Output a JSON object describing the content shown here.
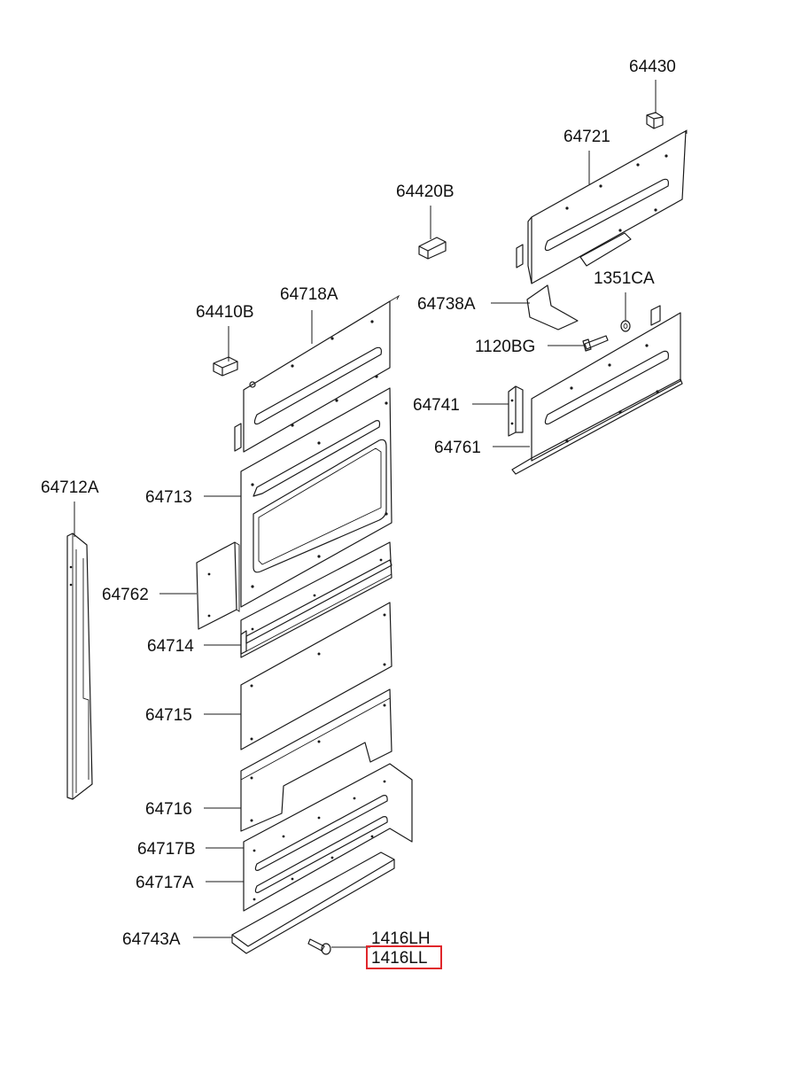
{
  "diagram": {
    "type": "exploded-parts-diagram",
    "highlight_color": "#e0262b",
    "labels": {
      "p64430": "64430",
      "p64721": "64721",
      "p64420B": "64420B",
      "p1351CA": "1351CA",
      "p64738A": "64738A",
      "p64718A": "64718A",
      "p64410B": "64410B",
      "p1120BG": "1120BG",
      "p64741": "64741",
      "p64761": "64761",
      "p64712A": "64712A",
      "p64713": "64713",
      "p64762": "64762",
      "p64714": "64714",
      "p64715": "64715",
      "p64716": "64716",
      "p64717B": "64717B",
      "p64717A": "64717A",
      "p64743A": "64743A",
      "p1416LH": "1416LH",
      "p1416LL": "1416LL"
    },
    "highlighted_label": "1416LL"
  }
}
